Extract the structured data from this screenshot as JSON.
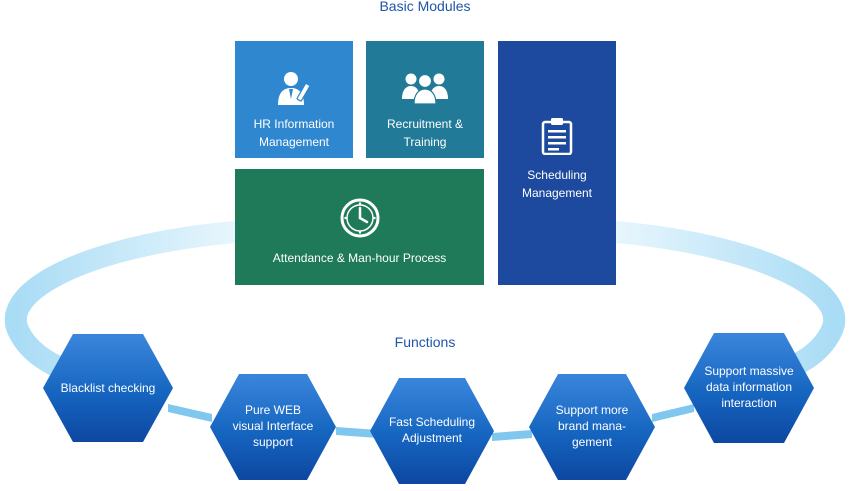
{
  "modules": {
    "title": "Basic Modules",
    "tiles": [
      {
        "label": "HR Information\nManagement",
        "icon": "hr-person-icon",
        "color": "#2f87cf"
      },
      {
        "label": "Recruitment &\nTraining",
        "icon": "group-icon",
        "color": "#207a98"
      },
      {
        "label": "Scheduling\nManagement",
        "icon": "clipboard-icon",
        "color": "#1d4a9e"
      },
      {
        "label": "Attendance & Man-hour Process",
        "icon": "clock-icon",
        "color": "#1f7a5a"
      }
    ]
  },
  "functions": {
    "title": "Functions",
    "items": [
      {
        "label": "Blacklist checking"
      },
      {
        "label": "Pure WEB\nvisual Interface\nsupport"
      },
      {
        "label": "Fast Scheduling\nAdjustment"
      },
      {
        "label": "Support more\nbrand mana-\ngement"
      },
      {
        "label": "Support massive\ndata information\ninteraction"
      }
    ]
  }
}
